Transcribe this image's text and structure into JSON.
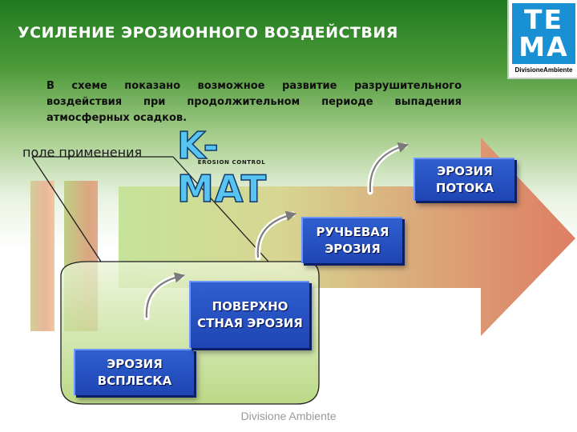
{
  "title": "УСИЛЕНИЕ ЭРОЗИОННОГО ВОЗДЕЙСТВИЯ",
  "logo": {
    "line1": "TE",
    "line2": "MA",
    "subtitle": "DivisioneAmbiente"
  },
  "description": "В схеме показано возможное развитие разрушительного воздействия при продолжительном периоде выпадения атмосферных осадков.",
  "application_label": "поле применения",
  "product_logo": {
    "name": "K-MAT",
    "subtitle": "EROSION CONTROL"
  },
  "steps": [
    {
      "label": "ЭРОЗИЯ ВСПЛЕСКА"
    },
    {
      "label": "ПОВЕРХНО СТНАЯ ЭРОЗИЯ"
    },
    {
      "label": "РУЧЬЕВАЯ ЭРОЗИЯ"
    },
    {
      "label": "ЭРОЗИЯ ПОТОКА"
    }
  ],
  "footer": "Divisione Ambiente",
  "colors": {
    "header_green": "#1f7a1f",
    "step_box": "#2352c4",
    "arrow_start": "#c6e39a",
    "arrow_end": "#de7e62",
    "logo_blue": "#1a90d4"
  }
}
